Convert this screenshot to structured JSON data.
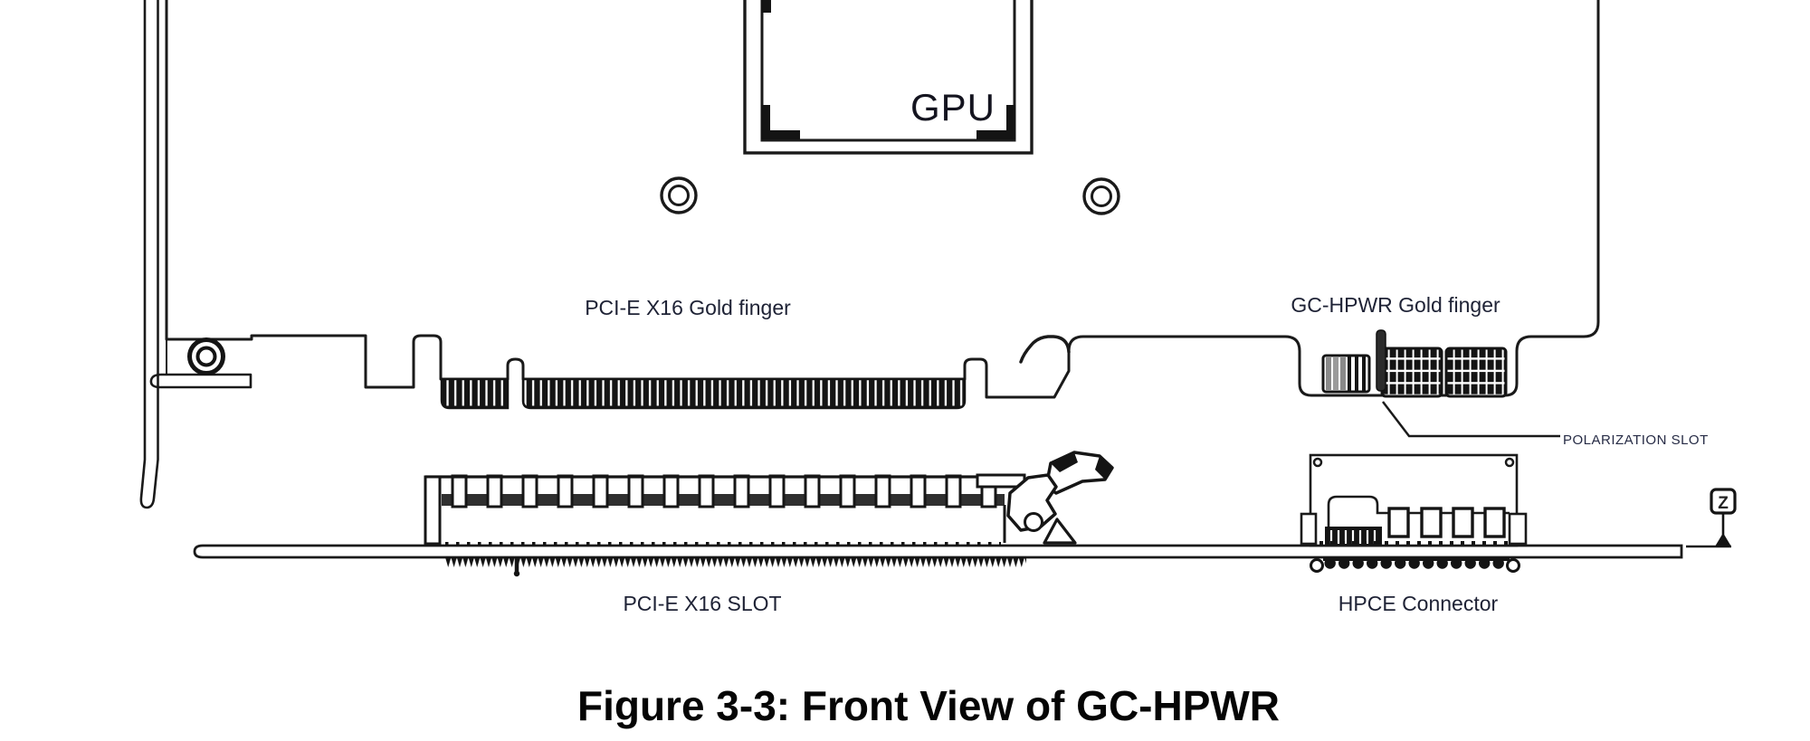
{
  "figure": {
    "caption": "Figure 3-3: Front View of GC-HPWR",
    "labels": {
      "gpu": "GPU",
      "pcie_gold_finger": "PCI-E X16 Gold finger",
      "gc_hpwr_gold_finger": "GC-HPWR Gold finger",
      "polarization_slot": "POLARIZATION SLOT",
      "pcie_slot": "PCI-E X16 SLOT",
      "hpce_connector": "HPCE Connector",
      "z_marker": "Z"
    },
    "colors": {
      "line": "#1a1a1a",
      "dark_fill": "#141414",
      "slot_band": "#2f2f2f",
      "label_text": "#1e2235",
      "caption_text": "#050505",
      "background": "#ffffff"
    }
  }
}
